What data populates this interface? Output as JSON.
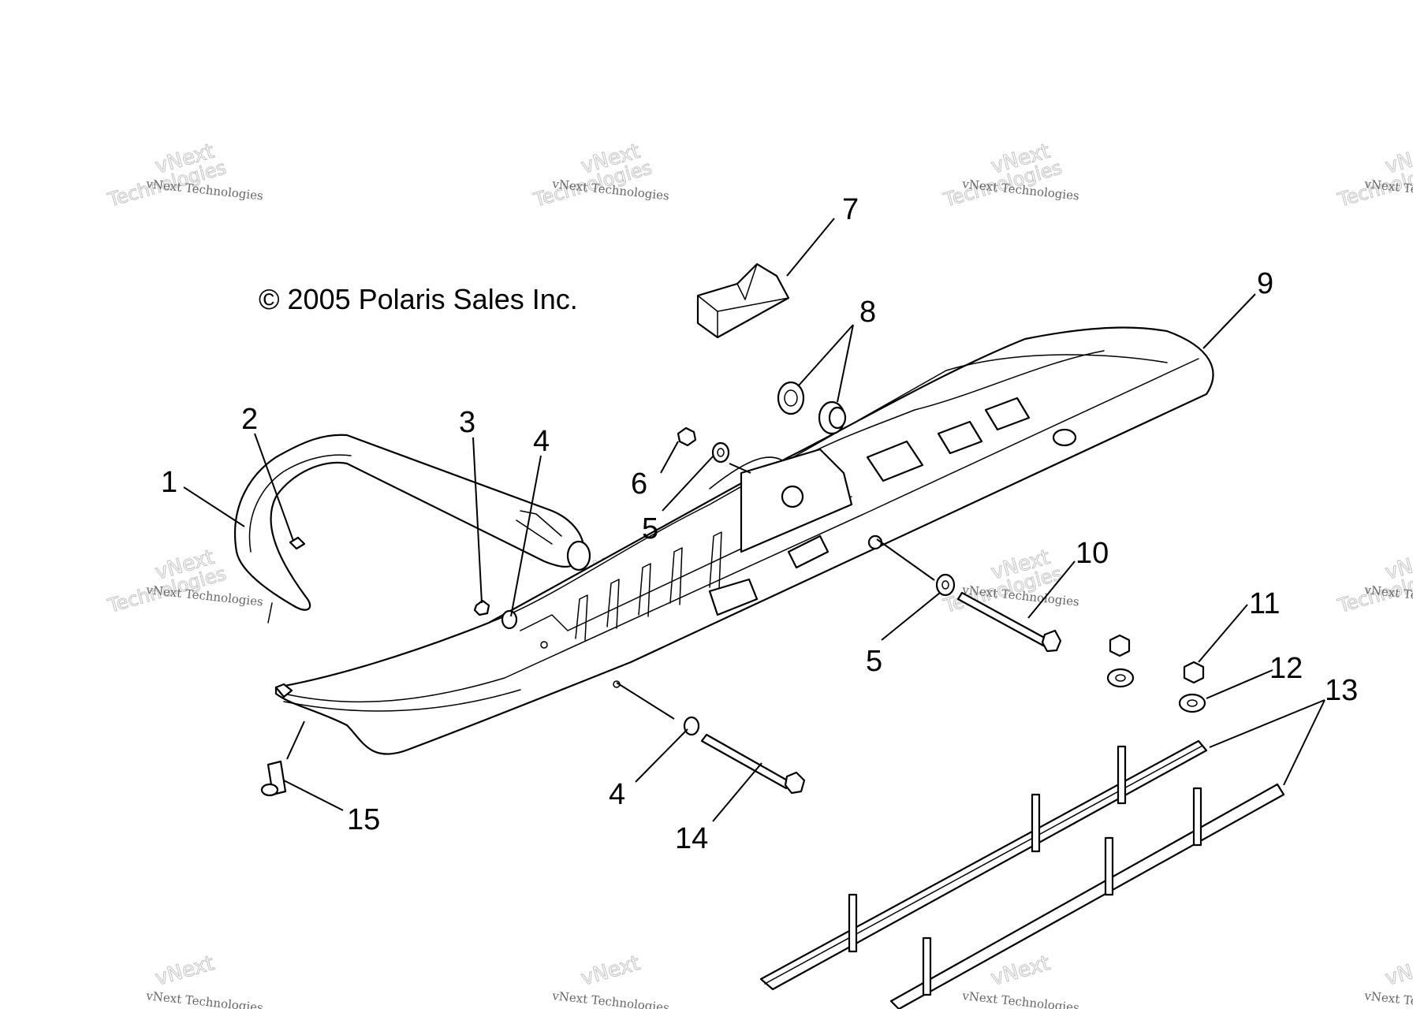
{
  "diagram": {
    "copyright": "© 2005 Polaris Sales Inc.",
    "watermark": {
      "line_small": "vNext Technologies",
      "line_large": "Technologies",
      "line_top": "vNext"
    },
    "callouts": [
      "1",
      "2",
      "3",
      "4",
      "4",
      "5",
      "5",
      "6",
      "7",
      "8",
      "9",
      "10",
      "11",
      "12",
      "13",
      "14",
      "15"
    ]
  }
}
